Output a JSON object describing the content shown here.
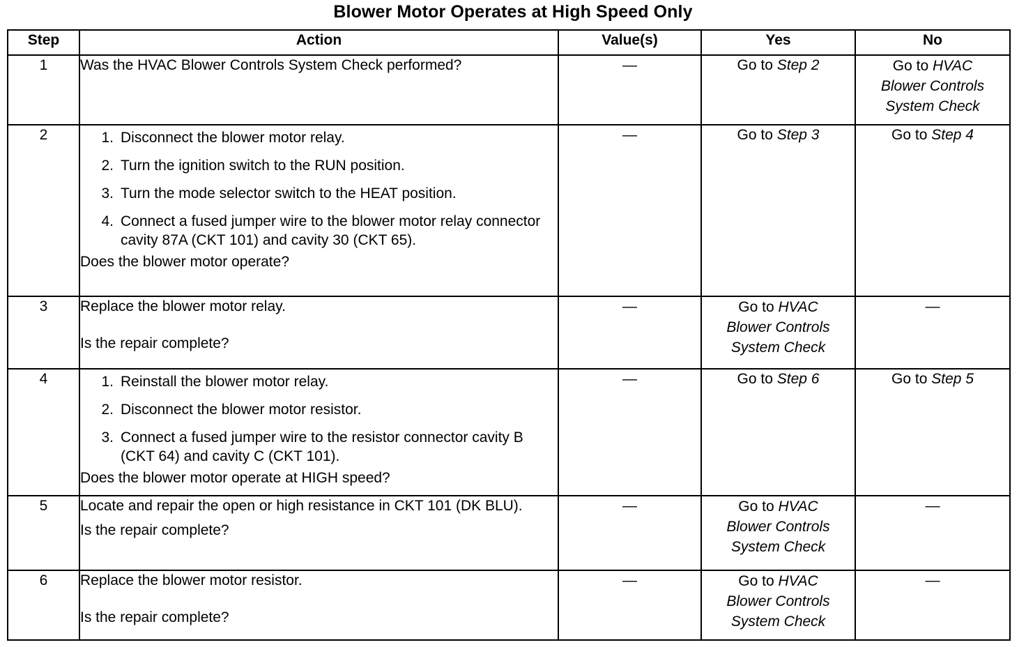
{
  "document": {
    "title": "Blower Motor Operates at High Speed Only"
  },
  "table": {
    "headers": {
      "step": "Step",
      "action": "Action",
      "value": "Value(s)",
      "yes": "Yes",
      "no": "No"
    },
    "dash": "—",
    "goto_prefix": "Go to ",
    "targets": {
      "system_check_line1": "HVAC",
      "system_check_line2": "Blower Controls",
      "system_check_line3": "System Check",
      "step2": "Step 2",
      "step3": "Step 3",
      "step4": "Step 4",
      "step5": "Step 5",
      "step6": "Step 6"
    },
    "rows": [
      {
        "step": "1",
        "intro": "Was the HVAC Blower Controls System Check performed?",
        "list": [],
        "closing": "",
        "value": "—",
        "yes": "Go to Step 2",
        "no": "Go to HVAC Blower Controls System Check"
      },
      {
        "step": "2",
        "intro": "",
        "list": [
          "Disconnect the blower motor relay.",
          "Turn the ignition switch to the RUN position.",
          "Turn the mode selector switch to the HEAT position.",
          "Connect a fused jumper wire to the blower motor relay connector cavity 87A (CKT 101) and cavity 30 (CKT 65)."
        ],
        "closing": "Does the blower motor operate?",
        "value": "—",
        "yes": "Go to Step 3",
        "no": "Go to Step 4"
      },
      {
        "step": "3",
        "intro": "Replace the blower motor relay.",
        "list": [],
        "closing": "Is the repair complete?",
        "value": "—",
        "yes": "Go to HVAC Blower Controls System Check",
        "no": "—"
      },
      {
        "step": "4",
        "intro": "",
        "list": [
          "Reinstall the blower motor relay.",
          "Disconnect the blower motor resistor.",
          "Connect a fused jumper wire to the resistor connector cavity B (CKT 64) and cavity C (CKT 101)."
        ],
        "closing": "Does the blower motor operate at HIGH speed?",
        "value": "—",
        "yes": "Go to Step 6",
        "no": "Go to Step 5"
      },
      {
        "step": "5",
        "intro": "Locate and repair the open or high resistance in CKT 101 (DK BLU).",
        "list": [],
        "closing": "Is the repair complete?",
        "value": "—",
        "yes": "Go to HVAC Blower Controls System Check",
        "no": "—"
      },
      {
        "step": "6",
        "intro": "Replace the blower motor resistor.",
        "list": [],
        "closing": "Is the repair complete?",
        "value": "—",
        "yes": "Go to HVAC Blower Controls System Check",
        "no": "—"
      }
    ]
  }
}
